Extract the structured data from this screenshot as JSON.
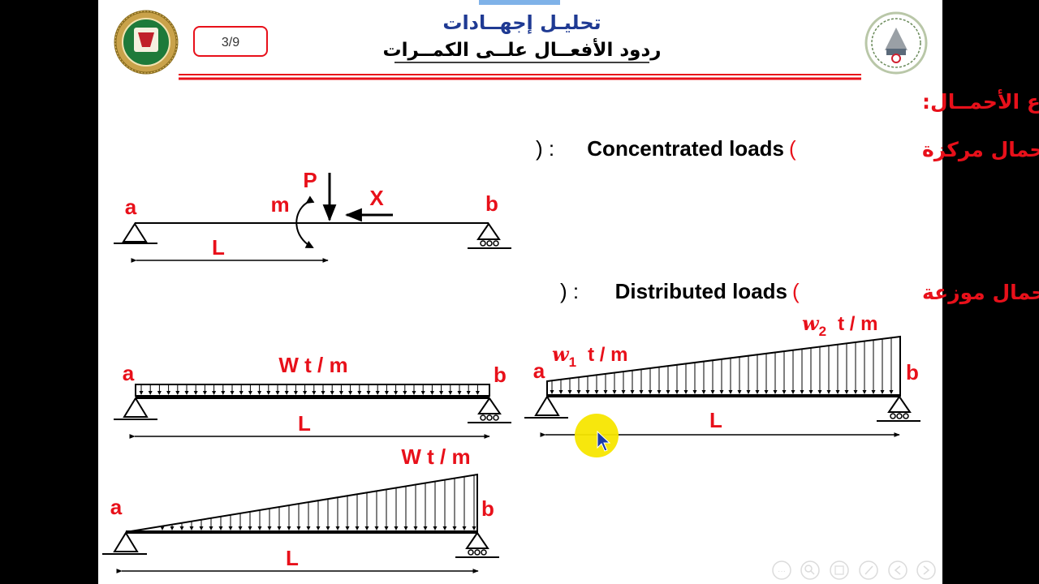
{
  "header": {
    "title": "تحليـل إجهــادات",
    "subtitle": "ردود الأفعــال علــى الكمــرات",
    "page_indicator": "3/9"
  },
  "sections": {
    "load_types": "أنــواع الأحمــال:",
    "concentrated_ar": "أحمال مركزة",
    "concentrated_en": "Concentrated loads",
    "distributed_ar": "أحمال موزعة",
    "distributed_en": "Distributed loads"
  },
  "figures": {
    "point_a": "a",
    "point_b": "b",
    "length": "L",
    "force_p": "P",
    "force_x": "X",
    "moment_m": "m",
    "uniform_load": "W t / m",
    "triangular_load": "W t / m",
    "w1_symbol": "w",
    "w1_sub": "1",
    "w1_unit": "t / m",
    "w2_symbol": "w",
    "w2_sub": "2",
    "w2_unit": "t / m"
  },
  "colors": {
    "title_blue": "#1f3a93",
    "accent_red": "#e8101a",
    "text_red": "#e8101a",
    "beam_black": "#000000",
    "cursor_highlight": "#f7e600"
  },
  "icons": {
    "left_logo": "university-seal-icon",
    "right_logo": "faculty-emblem-icon",
    "nav_controls": [
      "slides-menu-icon",
      "zoom-icon",
      "slide-sorter-icon",
      "pen-icon",
      "previous-icon",
      "next-icon"
    ]
  }
}
